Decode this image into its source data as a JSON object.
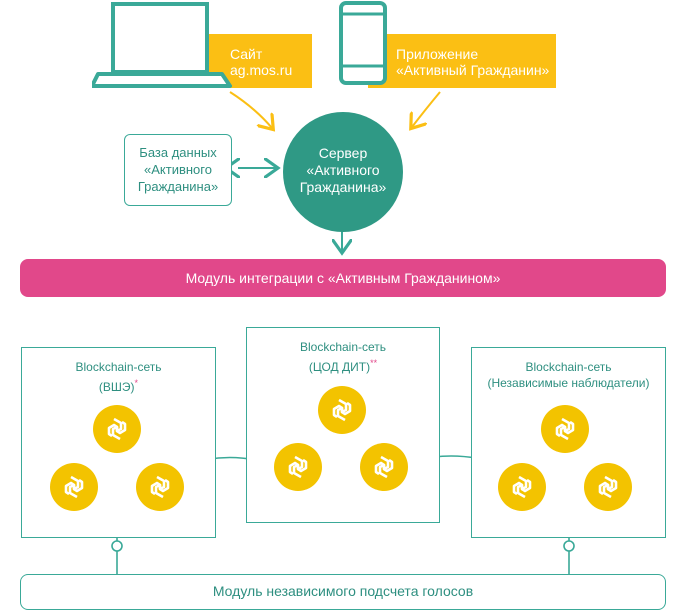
{
  "site": {
    "line1": "Сайт",
    "line2": "ag.mos.ru"
  },
  "app": {
    "line1": "Приложение",
    "line2": "«Активный Гражданин»"
  },
  "database": {
    "line1": "База данных",
    "line2": "«Активного",
    "line3": "Гражданина»"
  },
  "server": {
    "line1": "Сервер",
    "line2": "«Активного",
    "line3": "Гражданина»"
  },
  "integration_module": {
    "label": "Модуль интеграции с «Активным Гражданином»"
  },
  "networks": [
    {
      "line1": "Blockchain-сеть",
      "line2": "(ВШЭ)",
      "mark": "*"
    },
    {
      "line1": "Blockchain-сеть",
      "line2": "(ЦОД ДИТ)",
      "mark": "**"
    },
    {
      "line1": "Blockchain-сеть",
      "line2": "(Независимые наблюдатели)",
      "mark": ""
    }
  ],
  "counting_module": {
    "label": "Модуль независимого подсчета голосов"
  },
  "colors": {
    "teal": "#3aa998",
    "yellow": "#fbbf14",
    "magenta": "#e1488a",
    "node": "#f3c300"
  },
  "icons": {
    "device_laptop": "laptop-icon",
    "device_phone": "smartphone-icon",
    "node": "blockchain-node-icon"
  }
}
